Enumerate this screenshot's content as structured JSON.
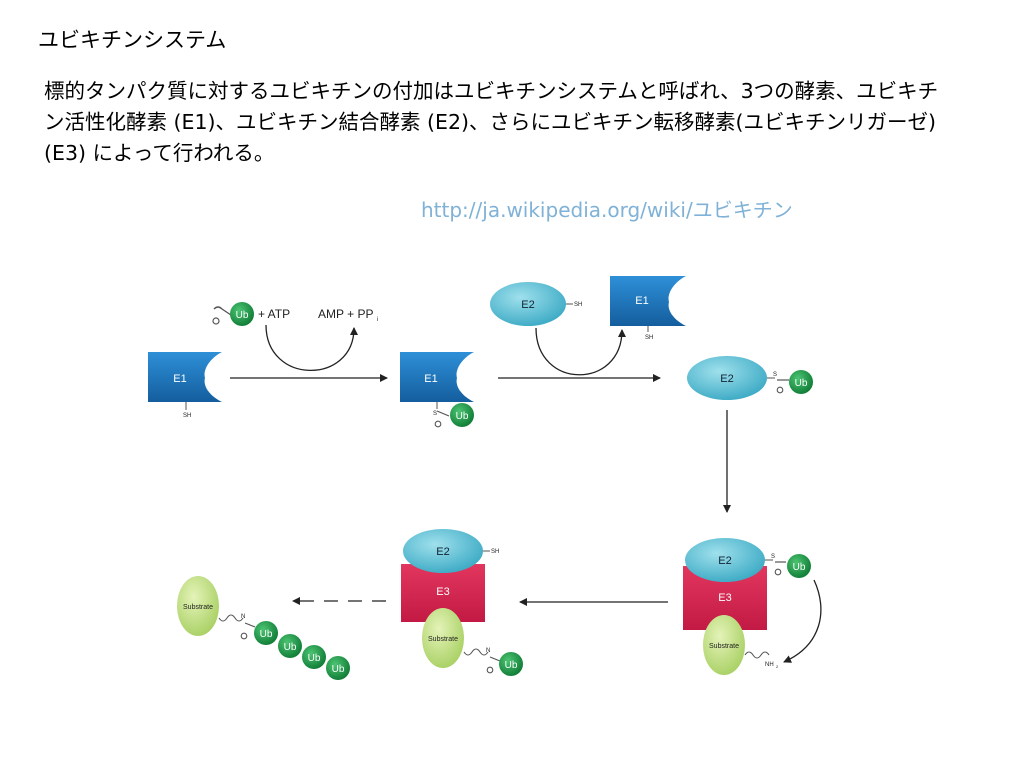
{
  "slide": {
    "title": "ユビキチンシステム",
    "body": "標的タンパク質に対するユビキチンの付加はユビキチンシステムと呼ばれ、3つの酵素、ユビキチン活性化酵素 (E1)、ユビキチン結合酵素 (E2)、さらにユビキチン転移酵素(ユビキチンリガーゼ) (E3) によって行われる。",
    "link": "http://ja.wikipedia.org/wiki/ユビキチン"
  },
  "diagram": {
    "ub": "Ub",
    "e1": "E1",
    "e2": "E2",
    "e3": "E3",
    "sh": "SH",
    "s": "S",
    "n": "N",
    "nh2": "NH",
    "nh2_sub": "2",
    "substrate": "Substrate",
    "atp": "+ ATP",
    "amp": "AMP + PP",
    "amp_sub": "i"
  },
  "colors": {
    "e1": "#1b75c2",
    "e2": "#5fc3d6",
    "e3": "#d9244f",
    "ub": "#1a9644",
    "substrate": "#b9da75",
    "link": "#7fb2d6"
  }
}
